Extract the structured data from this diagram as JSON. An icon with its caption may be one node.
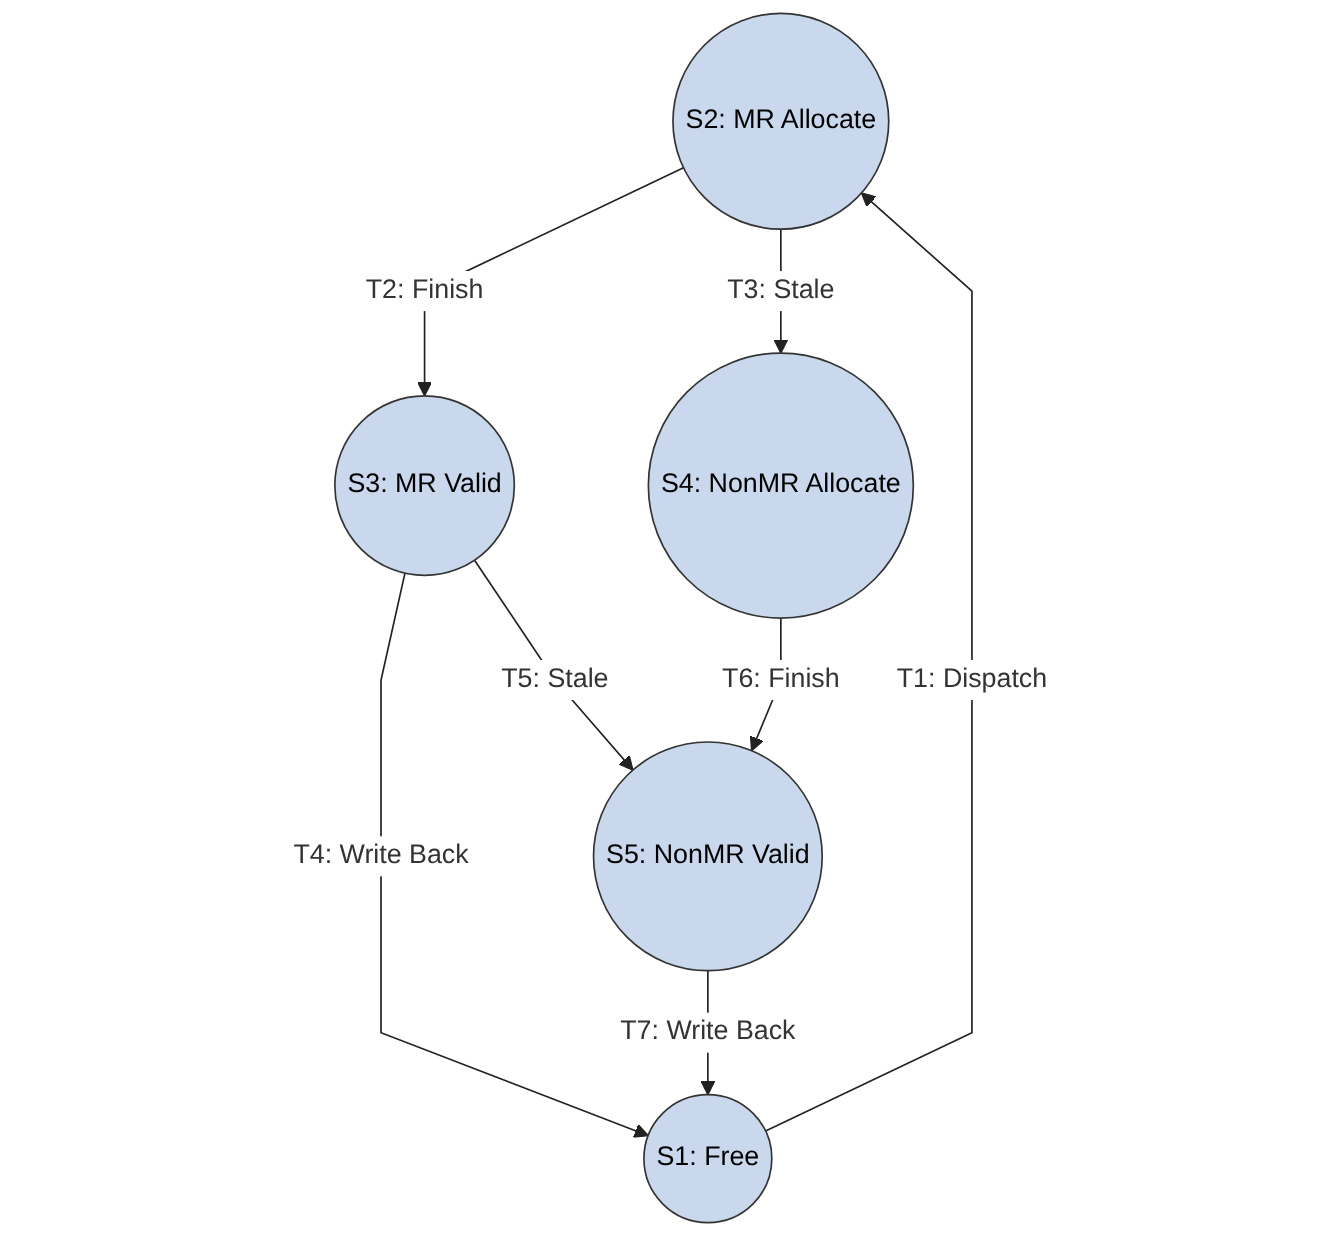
{
  "diagram": {
    "nodes": [
      {
        "text": [
          "S2: MR Allocate"
        ]
      },
      {
        "text": [
          "S3: MR Valid"
        ]
      },
      {
        "text": [
          "S1: Free"
        ]
      },
      {
        "text": [
          "S4: NonMR Allocate"
        ]
      },
      {
        "text": [
          "S5: NonMR Valid"
        ]
      }
    ],
    "edges": [
      {
        "from": 2,
        "to": 0,
        "arrow": "to",
        "label": "T1: Dispatch"
      },
      {
        "from": 0,
        "to": 1,
        "arrow": "to",
        "label": "T2: Finish"
      },
      {
        "from": 0,
        "to": 3,
        "arrow": "to",
        "label": "T3: Stale"
      },
      {
        "from": 1,
        "to": 2,
        "arrow": "to",
        "label": "T4: Write Back"
      },
      {
        "from": 1,
        "to": 4,
        "arrow": "to",
        "label": "T5: Stale"
      },
      {
        "from": 3,
        "to": 4,
        "arrow": "to",
        "label": "T6: Finish"
      },
      {
        "from": 4,
        "to": 2,
        "arrow": "to",
        "label": "T7: Write Back"
      }
    ]
  }
}
